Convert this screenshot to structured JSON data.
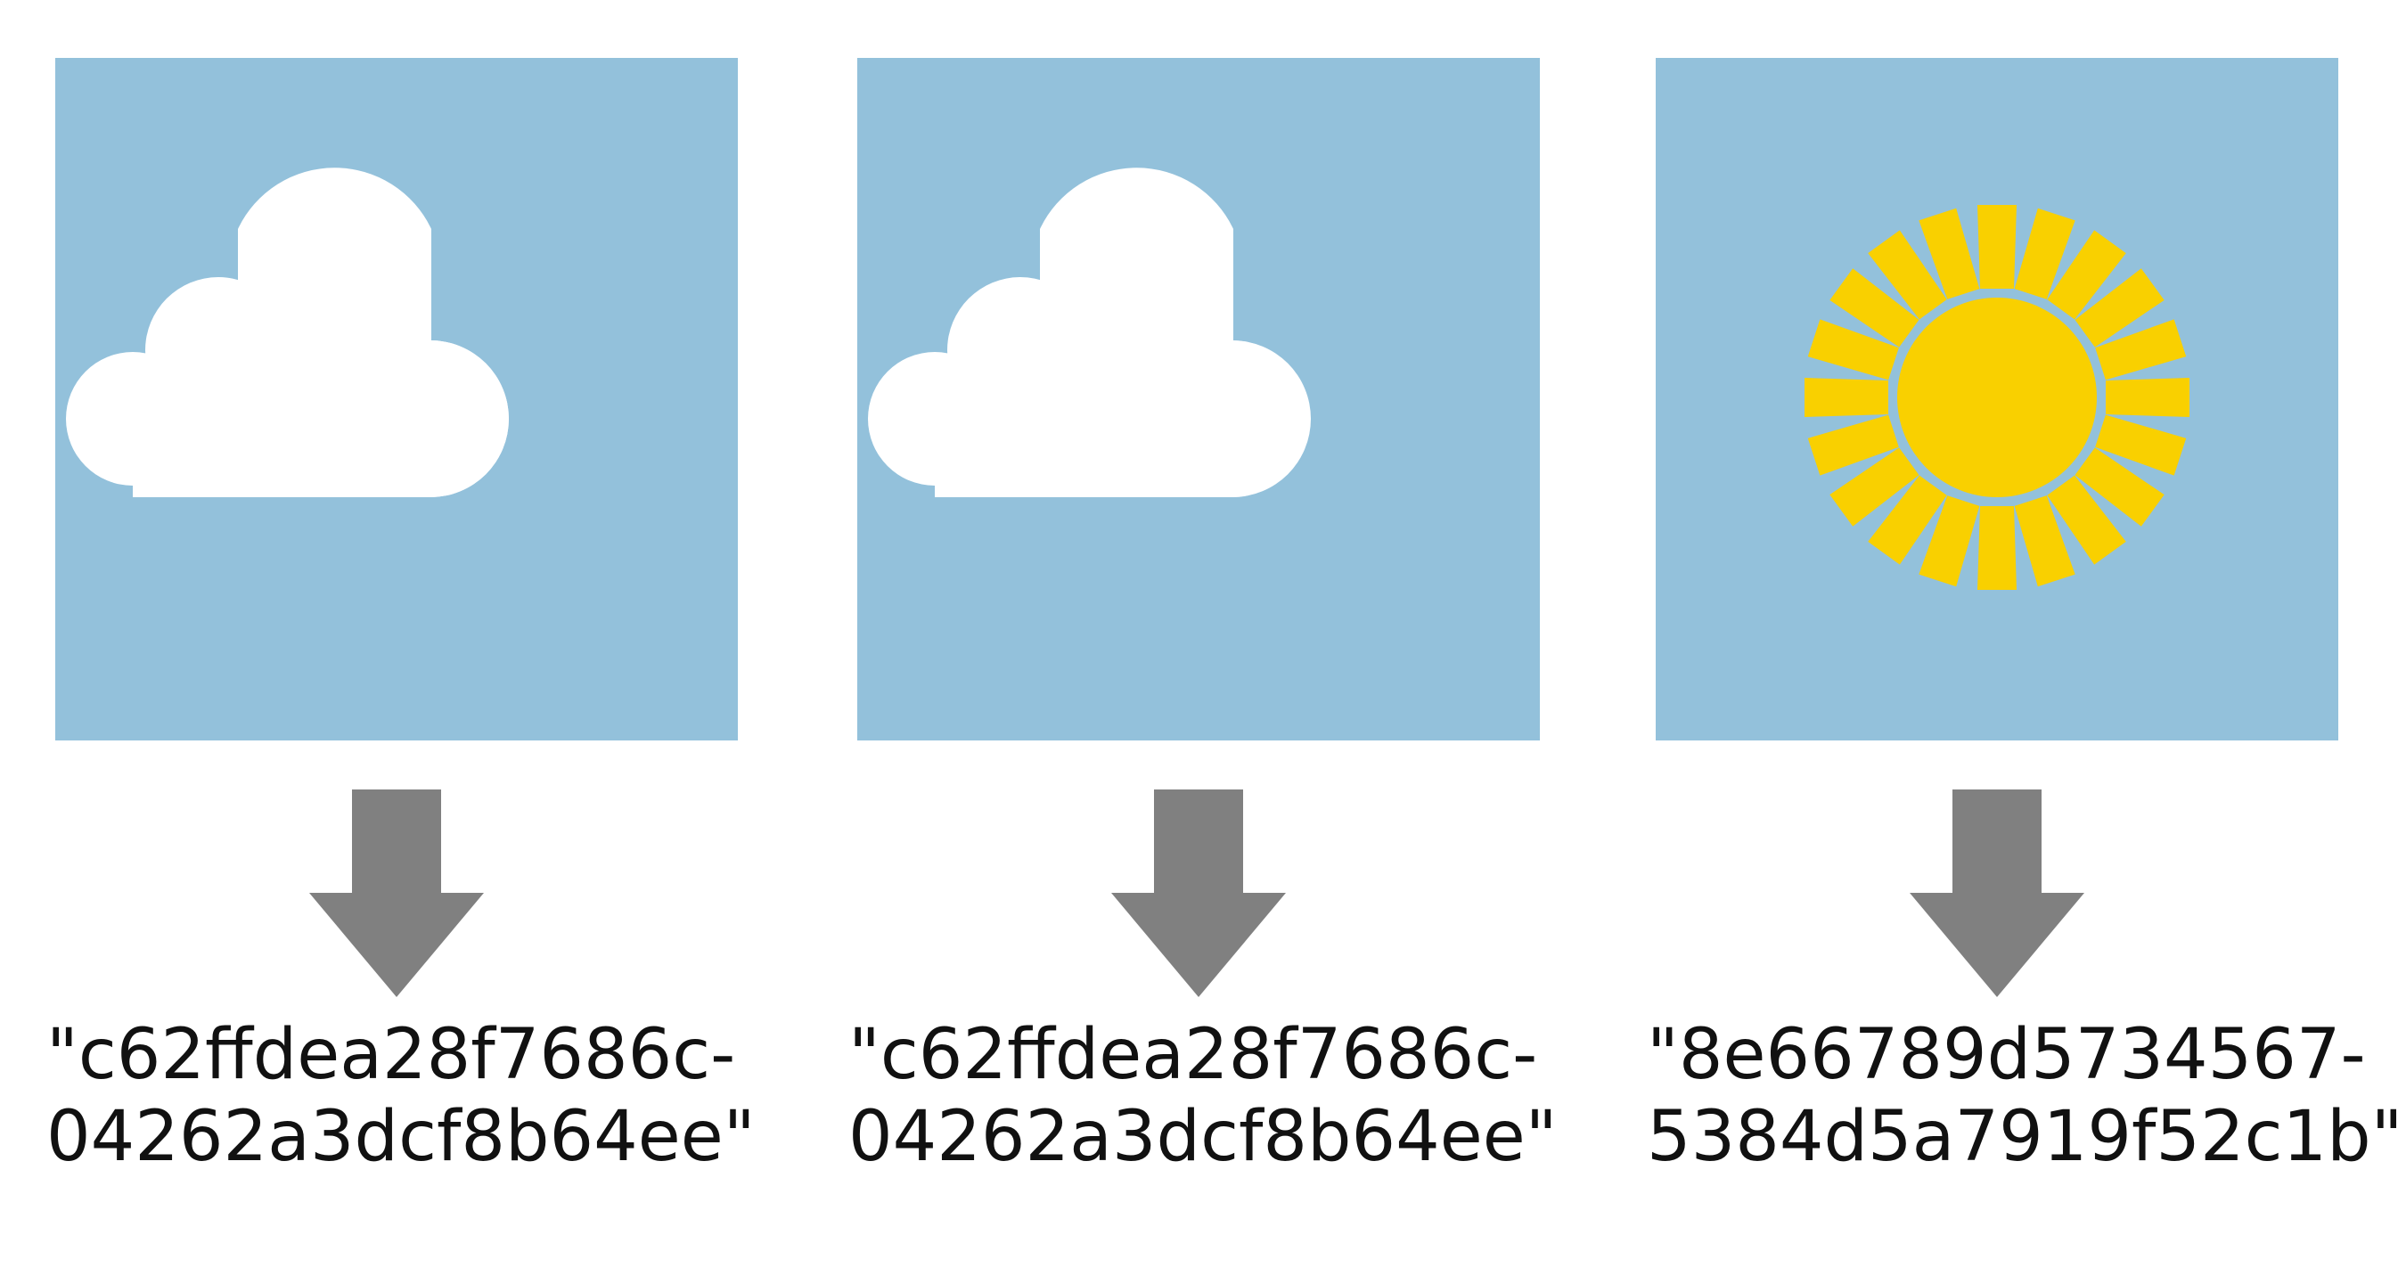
{
  "colors": {
    "sky": "#93C1DB",
    "cloud": "#FFFFFF",
    "sun": "#F9D000",
    "arrow": "#808080",
    "text": "#111111"
  },
  "panels": [
    {
      "icon": "cloud-icon",
      "hash_line1": "\"c62ffdea28f7686c-",
      "hash_line2": "04262a3dcf8b64ee\""
    },
    {
      "icon": "cloud-icon",
      "hash_line1": "\"c62ffdea28f7686c-",
      "hash_line2": "04262a3dcf8b64ee\""
    },
    {
      "icon": "sun-icon",
      "hash_line1": "\"8e66789d5734567-",
      "hash_line2": "5384d5a7919f52c1b\""
    }
  ]
}
